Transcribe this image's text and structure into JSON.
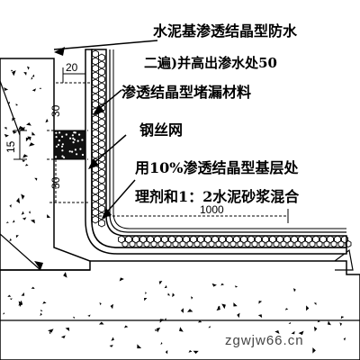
{
  "labels": {
    "waterproof_coating_line1": "水泥基渗透结晶型防水",
    "waterproof_coating_line2": "二遍)并高出渗水处50",
    "plugging_material": "渗透结晶型堵漏材料",
    "steel_mesh": "钢丝网",
    "base_treatment_line1": "用10%渗透结晶型基层处",
    "base_treatment_line2": "理剂和1：2水泥砂浆混合"
  },
  "dimensions": {
    "top_width": "20",
    "upper_height": "30",
    "side_height": "15",
    "lower_height": "30",
    "floor_length": "1000"
  },
  "watermark": "zgwjw66.cn"
}
